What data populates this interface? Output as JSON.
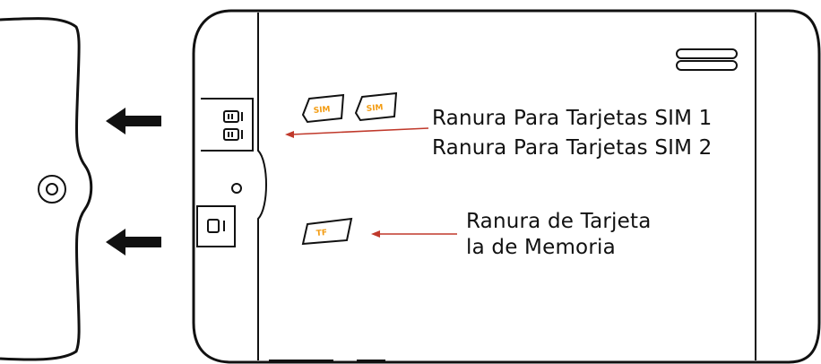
{
  "labels": {
    "sim_slot_1": "Ranura Para Tarjetas SIM 1",
    "sim_slot_2": "Ranura Para Tarjetas SIM 2",
    "memory_slot_line1": "Ranura de Tarjeta",
    "memory_slot_line2": "la de Memoria"
  },
  "cards": {
    "sim_card_1": "SIM",
    "sim_card_2": "SIM",
    "memory_card": "TF"
  },
  "colors": {
    "outline": "#111111",
    "leader_line": "#c0392b",
    "card_text": "#f39c12"
  },
  "icons": {
    "arrows": "left-arrow-icon",
    "button": "circle-button-icon"
  }
}
